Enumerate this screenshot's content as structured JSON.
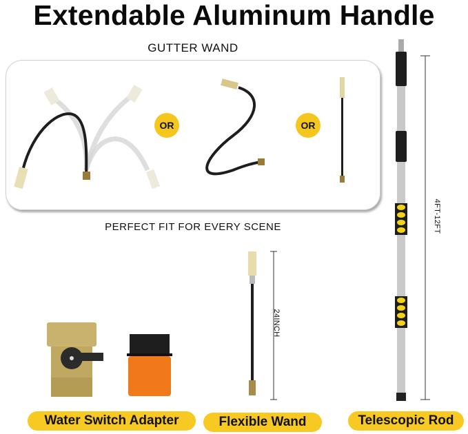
{
  "header": {
    "title": "Extendable Aluminum Handle"
  },
  "gutter_section": {
    "heading": "GUTTER WAND",
    "or_badges": [
      "OR",
      "OR"
    ],
    "caption": "PERFECT FIT FOR EVERY SCENE"
  },
  "dimensions": {
    "wand_length": "24INCH",
    "rod_length": "4FT-12FT"
  },
  "labels": {
    "water_switch": "Water Switch Adapter",
    "flexible_wand": "Flexible Wand",
    "telescopic_rod": "Telescopic Rod"
  },
  "colors": {
    "accent_yellow": "#f7c922",
    "brass": "#c9b06a",
    "orange": "#f07a1a",
    "hose_black": "#1e1e1e",
    "aluminum": "#c8c8c8"
  }
}
